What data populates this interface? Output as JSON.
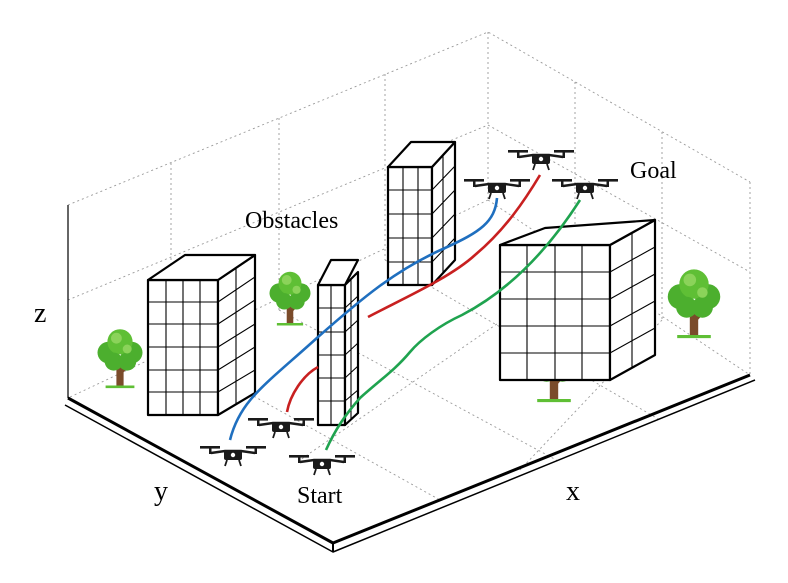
{
  "labels": {
    "obstacles": "Obstacles",
    "goal": "Goal",
    "start": "Start",
    "axis_x": "x",
    "axis_y": "y",
    "axis_z": "z"
  },
  "paths": [
    {
      "name": "blue",
      "color": "#1f6fbf"
    },
    {
      "name": "red",
      "color": "#c82020"
    },
    {
      "name": "green",
      "color": "#1fa34f"
    }
  ],
  "colors": {
    "tree_foliage": "#4caf2e",
    "tree_foliage_light": "#8bd35a",
    "tree_trunk": "#7a4b2a",
    "drone": "#1a1a1a"
  },
  "icons": [
    "drone-icon",
    "tree-icon",
    "building-icon"
  ]
}
